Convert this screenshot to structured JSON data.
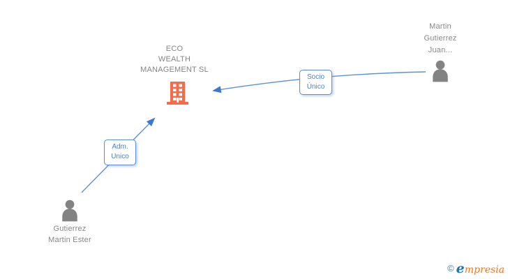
{
  "company": {
    "name_lines": [
      "ECO",
      "WEALTH",
      "MANAGEMENT SL"
    ],
    "icon": "building-icon"
  },
  "person_top_right": {
    "name_lines": [
      "Martin",
      "Gutierrez",
      "Juan..."
    ],
    "icon": "person-icon"
  },
  "person_bottom_left": {
    "name_lines": [
      "Gutierrez",
      "Martin Ester"
    ],
    "icon": "person-icon"
  },
  "relations": {
    "socio": {
      "label_lines": [
        "Socio",
        "Único"
      ],
      "from": "person_top_right",
      "to": "company"
    },
    "adm": {
      "label_lines": [
        "Adm.",
        "Unico"
      ],
      "from": "person_bottom_left",
      "to": "company"
    }
  },
  "watermark": {
    "copyright_symbol": "©",
    "brand_first_letter": "e",
    "brand_rest": "mpresia"
  },
  "colors": {
    "edge_blue": "#5c8fdd",
    "arrowhead_blue": "#3b77d4",
    "relation_border_blue": "#5b8ed6",
    "relation_text_blue": "#4d82c4",
    "building_orange": "#f76b4a",
    "person_gray": "#838383",
    "name_text_gray": "#878787",
    "logo_copyright_teal": "#4f7f91",
    "logo_e_blue": "#1f73b7",
    "logo_text_orange": "#e87a28",
    "background": "#ffffff"
  }
}
